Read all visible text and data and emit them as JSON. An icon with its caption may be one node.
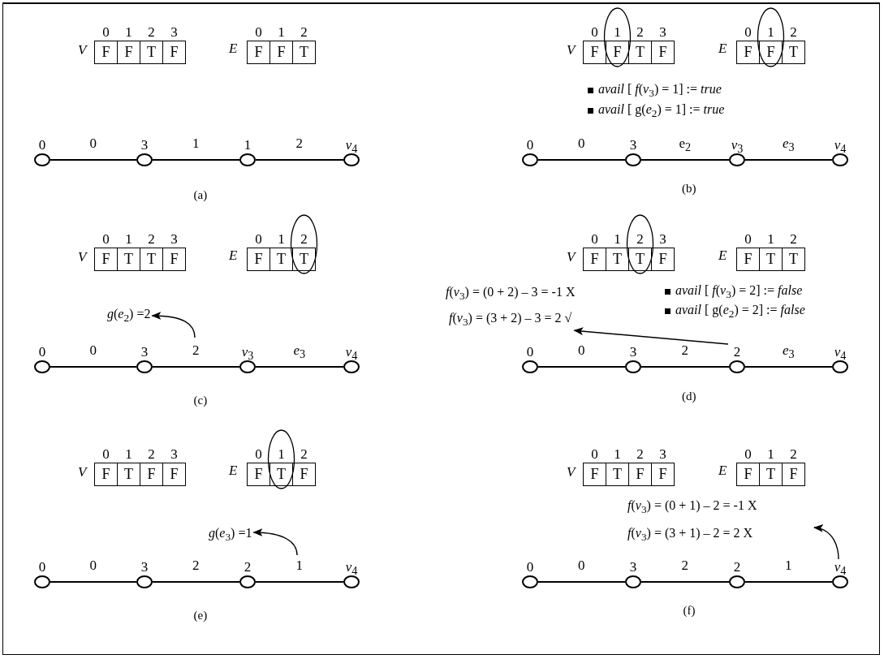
{
  "diagram": {
    "nodes": [
      {
        "text": [
          "F"
        ],
        "beside": [
          "0"
        ]
      },
      {
        "text": [
          "F"
        ],
        "beside": [
          "1"
        ]
      },
      {
        "text": [
          "T"
        ],
        "beside": [
          "2"
        ]
      },
      {
        "text": [
          "F"
        ],
        "beside": [
          "3"
        ]
      },
      {
        "text": [
          "F"
        ],
        "beside": [
          "0"
        ]
      },
      {
        "text": [
          "F"
        ],
        "beside": [
          "1"
        ]
      },
      {
        "text": [
          "T"
        ],
        "beside": [
          "2"
        ]
      },
      {
        "text": [
          "0"
        ]
      },
      {
        "text": [
          "3"
        ]
      },
      {
        "text": [
          "1"
        ]
      },
      {
        "text": [
          "*v*$_{4}$"
        ]
      },
      {
        "text": [
          "F"
        ],
        "beside": [
          "0"
        ]
      },
      {
        "text": [
          "F"
        ],
        "beside": [
          "1"
        ]
      },
      {
        "text": [
          "T"
        ],
        "beside": [
          "2"
        ]
      },
      {
        "text": [
          "F"
        ],
        "beside": [
          "3"
        ]
      },
      {
        "text": [
          "F"
        ],
        "beside": [
          "0"
        ]
      },
      {
        "text": [
          "F"
        ],
        "beside": [
          "1"
        ]
      },
      {
        "text": [
          "T"
        ],
        "beside": [
          "2"
        ]
      },
      {
        "text": [
          "0"
        ]
      },
      {
        "text": [
          "3"
        ]
      },
      {
        "text": [
          "*v*$_{3}$"
        ]
      },
      {
        "text": [
          "*v*$_{4}$"
        ]
      },
      {
        "text": [
          "F"
        ],
        "beside": [
          "0"
        ]
      },
      {
        "text": [
          "T"
        ],
        "beside": [
          "1"
        ]
      },
      {
        "text": [
          "T"
        ],
        "beside": [
          "2"
        ]
      },
      {
        "text": [
          "F"
        ],
        "beside": [
          "3"
        ]
      },
      {
        "text": [
          "F"
        ],
        "beside": [
          "0"
        ]
      },
      {
        "text": [
          "T"
        ],
        "beside": [
          "1"
        ]
      },
      {
        "text": [
          "T"
        ],
        "beside": [
          "2"
        ]
      },
      {
        "text": [
          "*g*(*e*$_{2}$) =2"
        ]
      },
      {
        "text": [
          "0"
        ]
      },
      {
        "text": [
          "3"
        ]
      },
      {
        "text": [
          "*v*$_{3}$"
        ]
      },
      {
        "text": [
          "*v*$_{4}$"
        ]
      },
      {
        "text": [
          "F"
        ],
        "beside": [
          "0"
        ]
      },
      {
        "text": [
          "T"
        ],
        "beside": [
          "1"
        ]
      },
      {
        "text": [
          "T"
        ],
        "beside": [
          "2"
        ]
      },
      {
        "text": [
          "F"
        ],
        "beside": [
          "3"
        ]
      },
      {
        "text": [
          "F"
        ],
        "beside": [
          "0"
        ]
      },
      {
        "text": [
          "T"
        ],
        "beside": [
          "1"
        ]
      },
      {
        "text": [
          "T"
        ],
        "beside": [
          "2"
        ]
      },
      {
        "text": [
          "*f*(*v*$_{3}$) = (3 + 2) – 3 = 2 √"
        ]
      },
      {
        "text": [
          "0"
        ]
      },
      {
        "text": [
          "3"
        ]
      },
      {
        "text": [
          "2"
        ]
      },
      {
        "text": [
          "*v*$_{4}$"
        ]
      },
      {
        "text": [
          "F"
        ],
        "beside": [
          "0"
        ]
      },
      {
        "text": [
          "T"
        ],
        "beside": [
          "1"
        ]
      },
      {
        "text": [
          "F"
        ],
        "beside": [
          "2"
        ]
      },
      {
        "text": [
          "F"
        ],
        "beside": [
          "3"
        ]
      },
      {
        "text": [
          "F"
        ],
        "beside": [
          "0"
        ]
      },
      {
        "text": [
          "T"
        ],
        "beside": [
          "1"
        ]
      },
      {
        "text": [
          "F"
        ],
        "beside": [
          "2"
        ]
      },
      {
        "text": [
          "*g*(*e*$_{3}$) =1"
        ]
      },
      {
        "text": [
          "0"
        ]
      },
      {
        "text": [
          "3"
        ]
      },
      {
        "text": [
          "2"
        ]
      },
      {
        "text": [
          "*v*$_{4}$"
        ]
      },
      {
        "text": [
          "F"
        ],
        "beside": [
          "0"
        ]
      },
      {
        "text": [
          "T"
        ],
        "beside": [
          "1"
        ]
      },
      {
        "text": [
          "F"
        ],
        "beside": [
          "2"
        ]
      },
      {
        "text": [
          "F"
        ],
        "beside": [
          "3"
        ]
      },
      {
        "text": [
          "F"
        ],
        "beside": [
          "0"
        ]
      },
      {
        "text": [
          "T"
        ],
        "beside": [
          "1"
        ]
      },
      {
        "text": [
          "F"
        ],
        "beside": [
          "2"
        ]
      },
      {
        "text": [
          "0"
        ]
      },
      {
        "text": [
          "3"
        ]
      },
      {
        "text": [
          "2"
        ]
      },
      {
        "text": [
          "*v*$_{4}$"
        ]
      }
    ],
    "edges": [
      {
        "from": 7,
        "to": 8,
        "arrow": "none",
        "label": "0"
      },
      {
        "from": 8,
        "to": 9,
        "arrow": "none",
        "label": "1"
      },
      {
        "from": 9,
        "to": 10,
        "arrow": "none",
        "label": "2"
      },
      {
        "from": 18,
        "to": 19,
        "arrow": "none",
        "label": "0"
      },
      {
        "from": 19,
        "to": 20,
        "arrow": "none",
        "label": "e$_{2}$"
      },
      {
        "from": 20,
        "to": 21,
        "arrow": "none",
        "label": "*e*$_{3}$"
      },
      {
        "from": 30,
        "to": 31,
        "arrow": "none",
        "label": "0"
      },
      {
        "from": 31,
        "to": 32,
        "arrow": "none",
        "label": "2"
      },
      {
        "from": 32,
        "to": 33,
        "arrow": "none",
        "label": "*e*$_{3}$"
      },
      {
        "from": null,
        "to": 29,
        "arrow": "to"
      },
      {
        "from": 42,
        "to": 43,
        "arrow": "none",
        "label": "0"
      },
      {
        "from": 43,
        "to": 44,
        "arrow": "none",
        "label": "2"
      },
      {
        "from": 44,
        "to": 45,
        "arrow": "none",
        "label": "*e*$_{3}$"
      },
      {
        "from": 44,
        "to": 41,
        "arrow": "to"
      },
      {
        "from": 54,
        "to": 55,
        "arrow": "none",
        "label": "0"
      },
      {
        "from": 55,
        "to": 56,
        "arrow": "none",
        "label": "2"
      },
      {
        "from": 56,
        "to": 57,
        "arrow": "none",
        "label": "1"
      },
      {
        "from": null,
        "to": 53,
        "arrow": "to"
      },
      {
        "from": 65,
        "to": 66,
        "arrow": "none",
        "label": "0"
      },
      {
        "from": 66,
        "to": 67,
        "arrow": "none",
        "label": "2"
      },
      {
        "from": 67,
        "to": 68,
        "arrow": "none",
        "label": "1"
      },
      {
        "from": 68,
        "to": null,
        "arrow": "to"
      }
    ],
    "labels": [
      "V",
      "E",
      "(a)",
      "V",
      "E",
      "*avail* [ *f*(*v*$_{3}$) = 1] := *true*",
      "*avail* [ g(*e*$_{2}$) = 1] := *true*",
      "(b)",
      "V",
      "E",
      "(c)",
      "V",
      "E",
      "*f*(*v*$_{3}$) = (0 + 2) – 3 = -1 X",
      "*avail* [ *f*(*v*$_{3}$) = 2] := *false*",
      "*avail* [ g(*e*$_{2}$) = 2] := *false*",
      "(d)",
      "V",
      "E",
      "(e)",
      "V",
      "E",
      "*f*(*v*$_{3}$) = (0 + 1) – 2 = -1 X",
      "*f*(*v*$_{3}$) = (3 + 1) – 2 = 2 X",
      "(f)"
    ]
  }
}
